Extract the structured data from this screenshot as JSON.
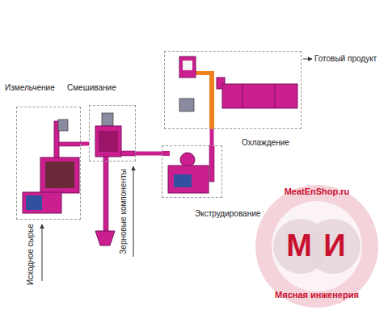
{
  "diagram": {
    "nodes": [
      {
        "text": [
          "Измельчение"
        ]
      },
      {
        "text": [
          "Смешивание"
        ]
      },
      {
        "text": [
          "Экструдирование"
        ]
      },
      {
        "text": [
          "Охлаждение"
        ]
      }
    ],
    "edges": [
      {
        "from": 0,
        "to": 1,
        "arrow": "none"
      },
      {
        "from": 1,
        "to": 2,
        "arrow": "none"
      },
      {
        "from": 2,
        "to": 3,
        "arrow": "none"
      }
    ],
    "labels": [
      "Готовый продукт",
      "Исходное сырье",
      "Зерновые компоненты",
      "MeatEnShop.ru",
      "М",
      "И",
      "Мясная инженерия"
    ]
  }
}
